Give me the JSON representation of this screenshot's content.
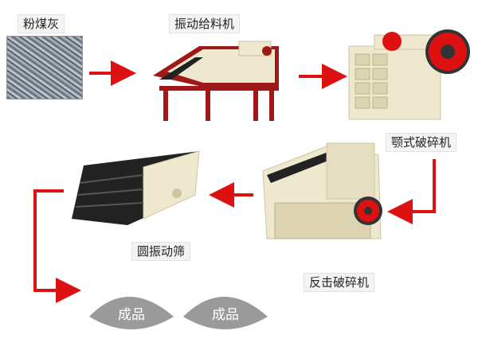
{
  "labels": {
    "raw": "粉煤灰",
    "feeder": "振动给料机",
    "jaw": "颚式破碎机",
    "impact": "反击破碎机",
    "screen": "圆振动筛",
    "product1": "成品",
    "product2": "成品"
  },
  "colors": {
    "arrow": "#dd1111",
    "machine_body": "#eee8cf",
    "machine_dark": "#222222",
    "feeder_red": "#a01818",
    "product_fill": "#9a9a9a"
  }
}
